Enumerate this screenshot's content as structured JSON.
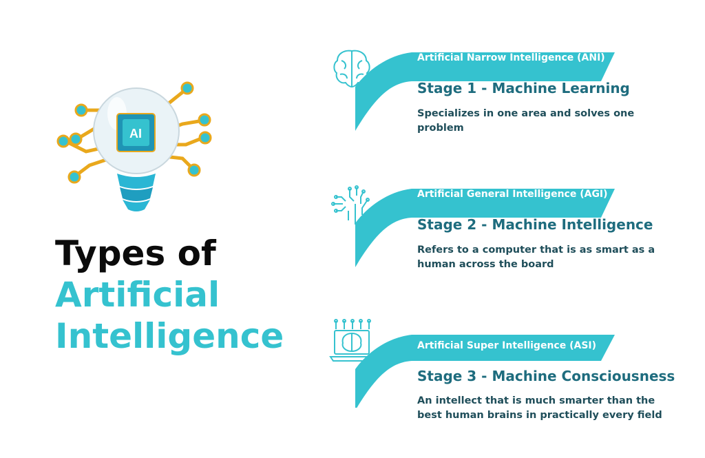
{
  "heading": {
    "line1": "Types of",
    "line2": "Artificial",
    "line3": "Intelligence"
  },
  "bulb": {
    "chip_text": "AI"
  },
  "stages": [
    {
      "tag": "Artificial Narrow Intelligence (ANI)",
      "title": "Stage 1 - Machine Learning",
      "description": "Specializes in one area and solves one problem",
      "icon": "brain-icon"
    },
    {
      "tag": "Artificial General Intelligence (AGI)",
      "title": "Stage 2 - Machine Intelligence",
      "description": "Refers to a computer that is as smart as a human across the board",
      "icon": "circuit-head-icon"
    },
    {
      "tag": "Artificial Super Intelligence (ASI)",
      "title": "Stage 3 - Machine Consciousness",
      "description": "An intellect that is much smarter than the best human brains in practically every field",
      "icon": "laptop-brain-icon"
    }
  ],
  "colors": {
    "accent": "#35c2cf",
    "title": "#1e6c7e",
    "text": "#1f4e5a",
    "heading": "#0b0b0b"
  }
}
